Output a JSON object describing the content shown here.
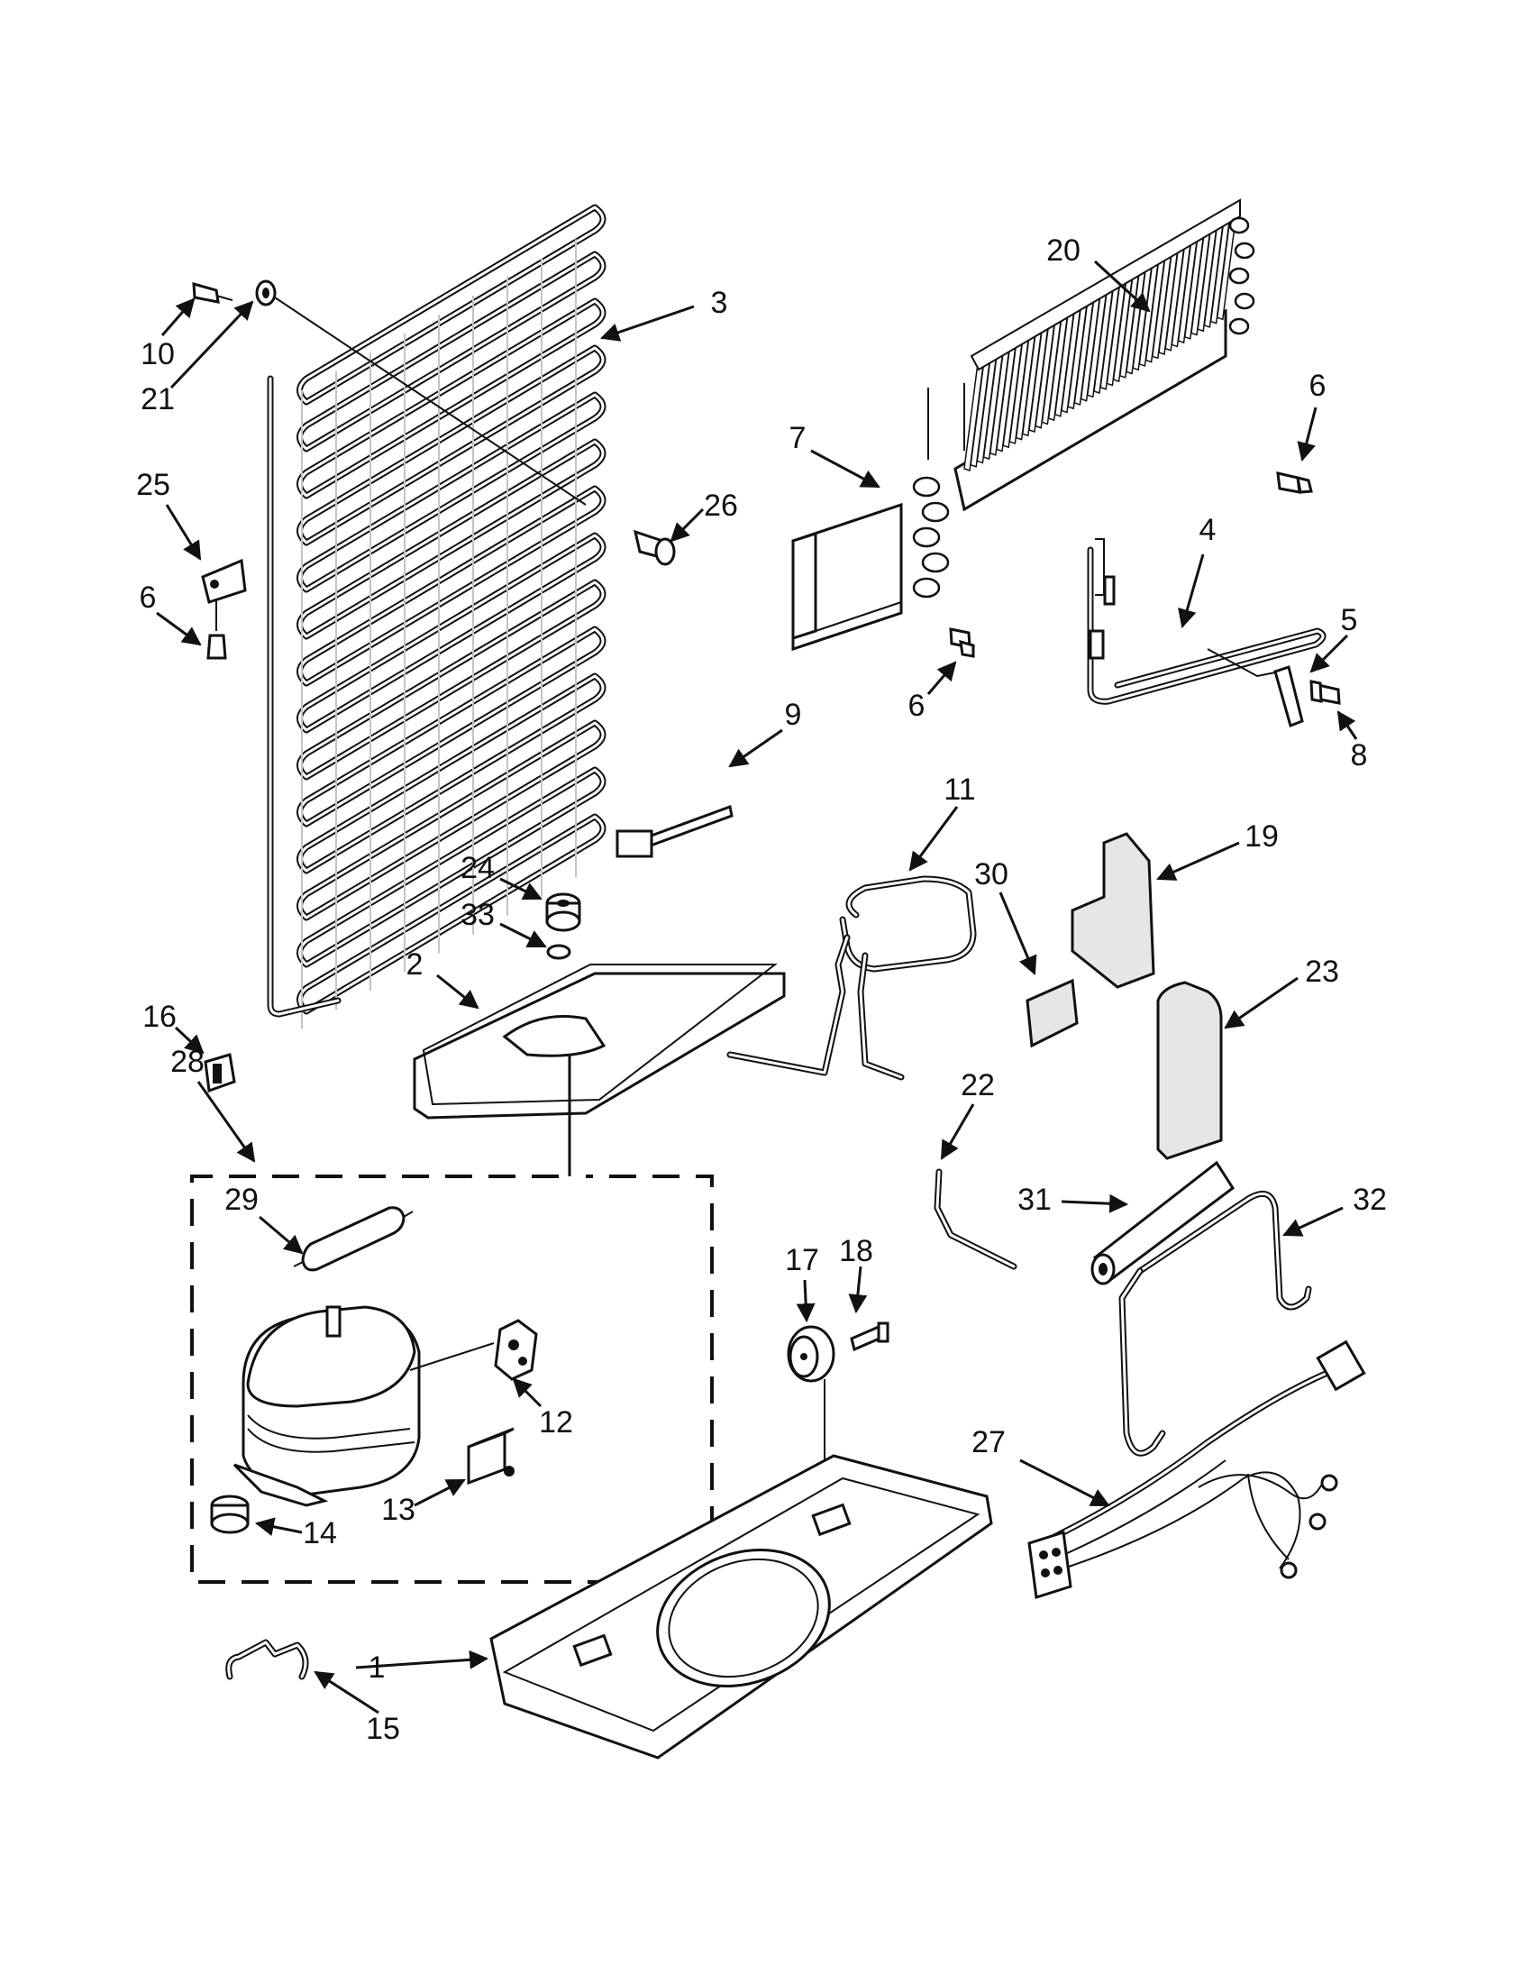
{
  "callouts": [
    {
      "id": "c1",
      "label": "1"
    },
    {
      "id": "c2",
      "label": "2"
    },
    {
      "id": "c3",
      "label": "3"
    },
    {
      "id": "c4",
      "label": "4"
    },
    {
      "id": "c5",
      "label": "5"
    },
    {
      "id": "c6a",
      "label": "6"
    },
    {
      "id": "c6b",
      "label": "6"
    },
    {
      "id": "c6c",
      "label": "6"
    },
    {
      "id": "c7",
      "label": "7"
    },
    {
      "id": "c8",
      "label": "8"
    },
    {
      "id": "c9",
      "label": "9"
    },
    {
      "id": "c10",
      "label": "10"
    },
    {
      "id": "c11",
      "label": "11"
    },
    {
      "id": "c12",
      "label": "12"
    },
    {
      "id": "c13",
      "label": "13"
    },
    {
      "id": "c14",
      "label": "14"
    },
    {
      "id": "c15",
      "label": "15"
    },
    {
      "id": "c16",
      "label": "16"
    },
    {
      "id": "c17",
      "label": "17"
    },
    {
      "id": "c18",
      "label": "18"
    },
    {
      "id": "c19",
      "label": "19"
    },
    {
      "id": "c20",
      "label": "20"
    },
    {
      "id": "c21",
      "label": "21"
    },
    {
      "id": "c22",
      "label": "22"
    },
    {
      "id": "c23",
      "label": "23"
    },
    {
      "id": "c24",
      "label": "24"
    },
    {
      "id": "c25",
      "label": "25"
    },
    {
      "id": "c26",
      "label": "26"
    },
    {
      "id": "c27",
      "label": "27"
    },
    {
      "id": "c28",
      "label": "28"
    },
    {
      "id": "c29",
      "label": "29"
    },
    {
      "id": "c30",
      "label": "30"
    },
    {
      "id": "c31",
      "label": "31"
    },
    {
      "id": "c32",
      "label": "32"
    },
    {
      "id": "c33",
      "label": "33"
    }
  ]
}
